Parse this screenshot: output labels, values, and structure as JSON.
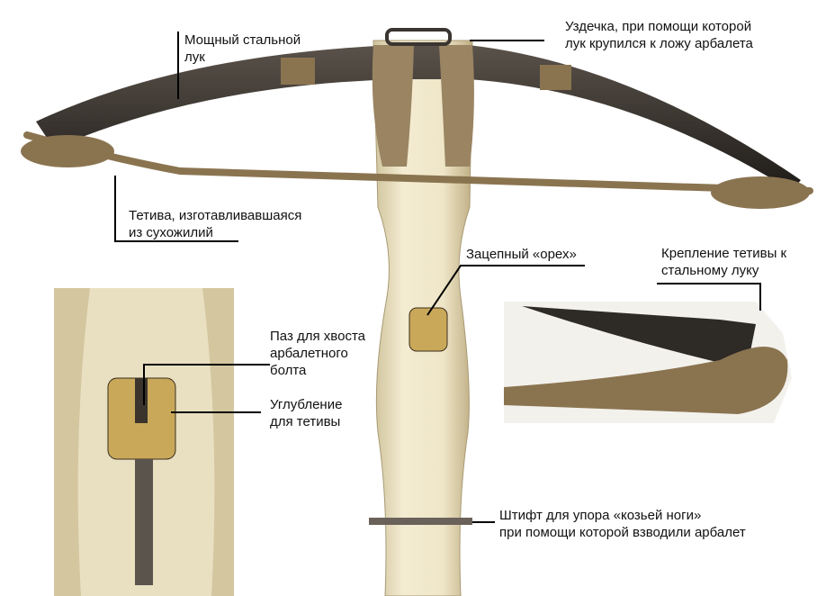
{
  "labels": {
    "bow": [
      "Мощный стальной",
      "лук"
    ],
    "bridle": [
      "Уздечка, при помощи которой",
      "лук крупился к ложу арбалета"
    ],
    "string": [
      "Тетива, изготавливавшаяся",
      "из сухожилий"
    ],
    "nut": [
      "Зацепный «орех»"
    ],
    "string_mount": [
      "Крепление тетивы к",
      "стальному луку"
    ],
    "bolt_groove": [
      "Паз для хвоста",
      "арбалетного",
      "болта"
    ],
    "string_recess": [
      "Углубление",
      "для тетивы"
    ],
    "pin": [
      "Штифт для упора «козьей ноги»",
      "при помощи которой взводили арбалет"
    ]
  },
  "colors": {
    "bow": "#2e2a26",
    "stock": "#ece3c4",
    "cord": "#8a7450",
    "leader_line": "#000000"
  }
}
